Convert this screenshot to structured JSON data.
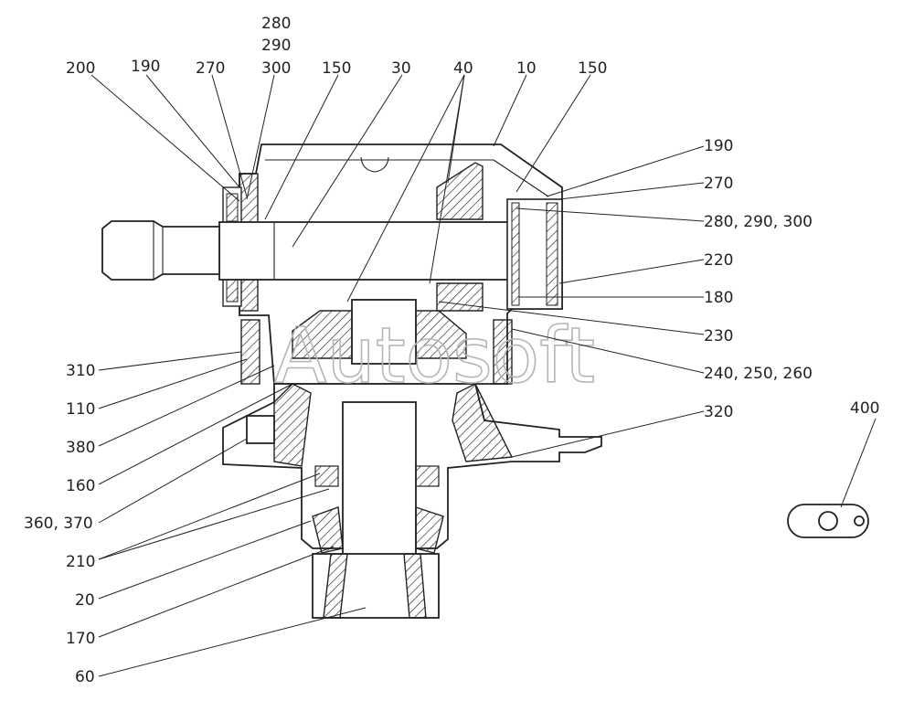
{
  "labels": {
    "l200": "200",
    "l190a": "190",
    "l270a": "270",
    "l280a": "280",
    "l290a": "290",
    "l300a": "300",
    "l150a": "150",
    "l30": "30",
    "l40": "40",
    "l10": "10",
    "l150b": "150",
    "l190b": "190",
    "l270b": "270",
    "l280_290_300": "280, 290, 300",
    "l220": "220",
    "l180": "180",
    "l230": "230",
    "l240_250_260": "240, 250, 260",
    "l320": "320",
    "l400": "400",
    "l310": "310",
    "l110": "110",
    "l380": "380",
    "l160": "160",
    "l360_370": "360, 370",
    "l210": "210",
    "l20": "20",
    "l170": "170",
    "l60": "60"
  },
  "watermark": "Autosoft"
}
